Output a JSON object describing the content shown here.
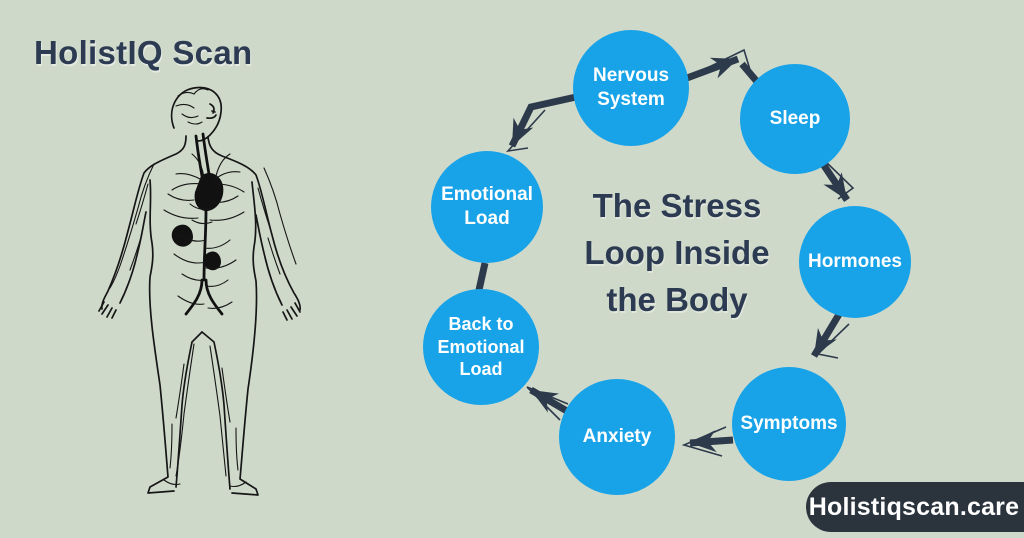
{
  "colors": {
    "background": "#cfd9ca",
    "node_blue": "#18a3e8",
    "navy_text": "#2c3b52",
    "arrow": "#2d3a4b",
    "banner_bg": "#2b333d",
    "banner_text": "#ffffff",
    "illustration_ink": "#161616"
  },
  "header": {
    "brand": "HolistIQ Scan"
  },
  "illustration": {
    "label": "human-body-circulatory-line-art"
  },
  "diagram": {
    "title_lines": [
      "The Stress",
      "Loop Inside",
      "the Body"
    ],
    "nodes": [
      {
        "id": "nervous-system",
        "label": "Nervous System"
      },
      {
        "id": "sleep",
        "label": "Sleep"
      },
      {
        "id": "hormones",
        "label": "Hormones"
      },
      {
        "id": "symptoms",
        "label": "Symptoms"
      },
      {
        "id": "anxiety",
        "label": "Anxiety"
      },
      {
        "id": "back-to-emotional-load",
        "label": "Back to Emotional Load"
      },
      {
        "id": "emotional-load",
        "label": "Emotional Load"
      }
    ],
    "sequence": [
      "Emotional Load",
      "Nervous System",
      "Sleep",
      "Hormones",
      "Symptoms",
      "Anxiety",
      "Back to Emotional Load"
    ]
  },
  "footer": {
    "website": "Holistiqscan.care"
  }
}
